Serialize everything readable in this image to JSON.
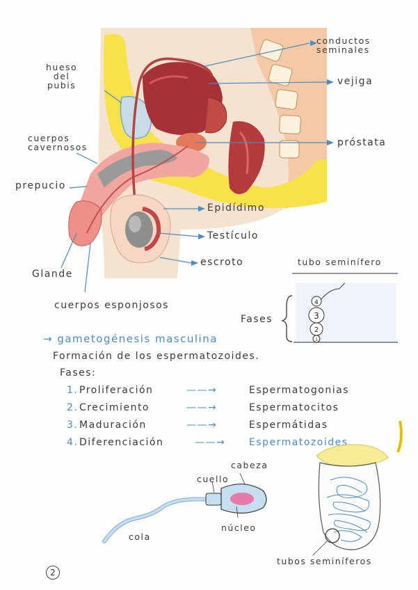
{
  "anatomy_labels": {
    "hueso_del_pubis": [
      "hueso",
      "del",
      "pubis"
    ],
    "conductos_seminales": [
      "conductos",
      "seminales"
    ],
    "vejiga": "vejiga",
    "cuerpos_cavernosos": [
      "cuerpos",
      "cavernosos"
    ],
    "prostata": "próstata",
    "prepucio": "prepucio",
    "epididimo": "Epidídimo",
    "testiculo": "Testículo",
    "escroto": "escroto",
    "glande": "Glande",
    "cuerpos_esponjosos": "cuerpos esponjosos"
  },
  "tubo_seminifero": {
    "title": "tubo seminífero",
    "fases_label": "Fases",
    "stages": [
      "4",
      "3",
      "2",
      "1"
    ]
  },
  "gametogenesis": {
    "heading": "gametogénesis masculina",
    "subtitle": "Formación de los espermatozoides.",
    "fases_label": "Fases:",
    "phases": [
      {
        "num": "1.",
        "name": "Proliferación",
        "result": "Espermatogonias"
      },
      {
        "num": "2.",
        "name": "Crecimiento",
        "result": "Espermatocitos"
      },
      {
        "num": "3.",
        "name": "Maduración",
        "result": "Espermátidas"
      },
      {
        "num": "4.",
        "name": "Diferenciación",
        "result": "Espermatozoides"
      }
    ]
  },
  "sperm_labels": {
    "cabeza": "cabeza",
    "cuello": "cuello",
    "cola": "cola",
    "nucleo": "núcleo"
  },
  "testis_label": "tubos seminíferos",
  "page_number": "2",
  "colors": {
    "skin": "#f6e3cf",
    "pink_tissue": "#f2a6a0",
    "fat_yellow": "#f7e24a",
    "bladder": "#a63238",
    "blue_ink": "#4d8bc0",
    "sperm_blue": "#c5dff1",
    "nucleus_pink": "#e57aa7",
    "testis_yellow": "#f7ec96"
  }
}
